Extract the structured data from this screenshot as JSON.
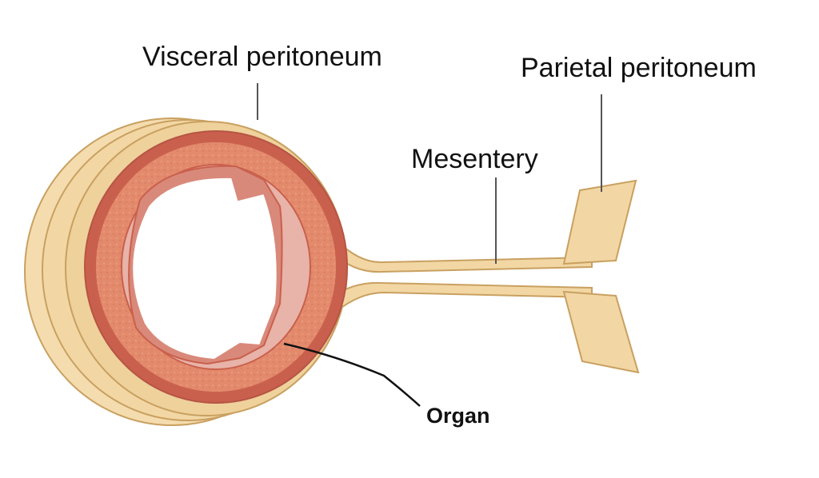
{
  "labels": {
    "visceral_peritoneum": "Visceral peritoneum",
    "parietal_peritoneum": "Parietal peritoneum",
    "mesentery": "Mesentery",
    "organ": "Organ"
  },
  "colors": {
    "peritoneum": "#f2d7a4",
    "peritoneum_edge": "#c9a060",
    "muscle": "#e38a6c",
    "muscle_dark": "#c9604d",
    "lumen_wall": "#d9a096",
    "leader_line": "#111111",
    "background": "#ffffff"
  }
}
